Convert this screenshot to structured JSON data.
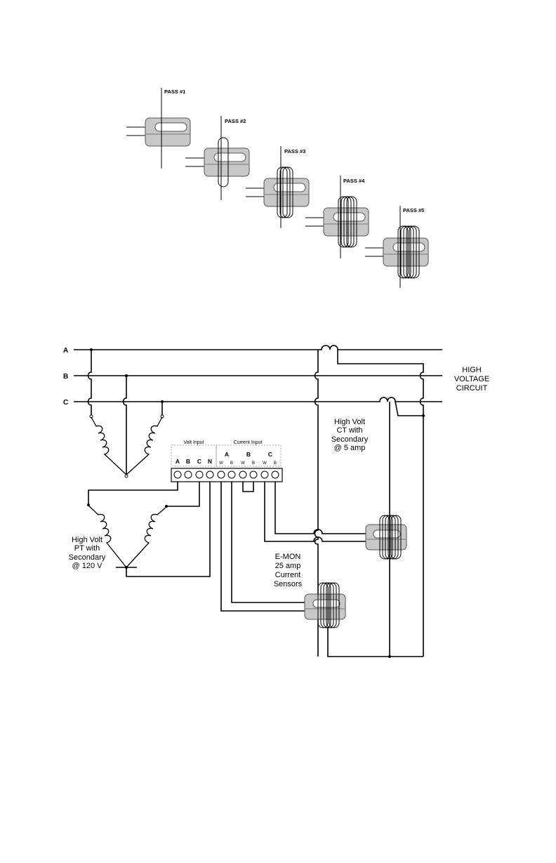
{
  "passes": [
    {
      "label": "PASS #1"
    },
    {
      "label": "PASS #2"
    },
    {
      "label": "PASS #3"
    },
    {
      "label": "PASS #4"
    },
    {
      "label": "PASS #5"
    }
  ],
  "bus": {
    "a": "A",
    "b": "B",
    "c": "C",
    "high_voltage": [
      "HIGH",
      "VOLTAGE",
      "CIRCUIT"
    ]
  },
  "ct_label": [
    "High Volt",
    "CT with",
    "Secondary",
    "@ 5 amp"
  ],
  "pt_label": [
    "High Volt",
    "PT with",
    "Secondary",
    "@ 120 V"
  ],
  "sensor_label": [
    "E-MON",
    "25 amp",
    "Current",
    "Sensors"
  ],
  "terminal_block": {
    "volt_input": "Volt Input",
    "current_input": "Current Input",
    "volt_terms": [
      "A",
      "B",
      "C",
      "N"
    ],
    "current_phases": [
      "A",
      "B",
      "C"
    ],
    "current_sub": [
      "W",
      "B",
      "W",
      "B",
      "W",
      "B"
    ]
  }
}
